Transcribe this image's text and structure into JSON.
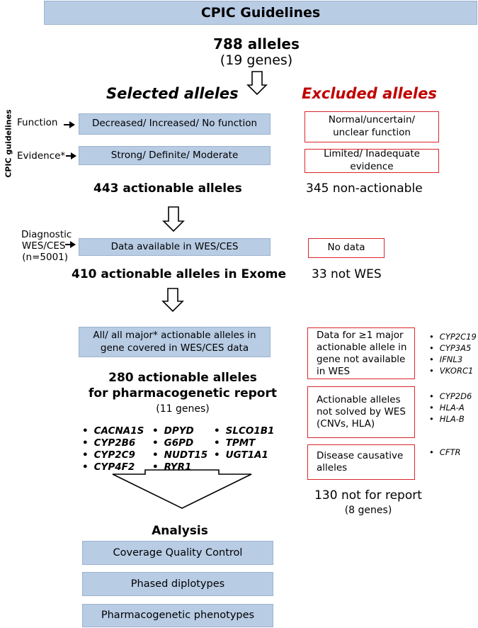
{
  "header": {
    "title": "CPIC Guidelines"
  },
  "top": {
    "count": "788 alleles",
    "genes": "(19 genes)"
  },
  "columns": {
    "selected": "Selected alleles",
    "excluded": "Excluded alleles"
  },
  "side_label": "CPIC guidelines",
  "criteria": {
    "function_label": "Function",
    "function_box": "Decreased/ Increased/ No function",
    "function_excluded": "Normal/uncertain/ unclear function",
    "evidence_label": "Evidence*",
    "evidence_box": "Strong/ Definite/ Moderate",
    "evidence_excluded": "Limited/ Inadequate evidence"
  },
  "step1": {
    "actionable": "443 actionable alleles",
    "non_actionable": "345 non-actionable"
  },
  "diagnostic": {
    "label_line1": "Diagnostic",
    "label_line2": "WES/CES",
    "label_line3": "(n=5001)",
    "box": "Data available in WES/CES",
    "excluded": "No data"
  },
  "step2": {
    "actionable": "410 actionable alleles in Exome",
    "not_wes": "33 not WES"
  },
  "coverage": {
    "box": "All/ all major* actionable alleles in gene covered in WES/CES data"
  },
  "excluded_groups": [
    {
      "text": "Data for ≥1 major actionable allele in gene not available in WES",
      "genes": [
        "CYP2C19",
        "CYP3A5",
        "IFNL3",
        "VKORC1"
      ]
    },
    {
      "text": "Actionable alleles not solved by WES (CNVs, HLA)",
      "genes": [
        "CYP2D6",
        "HLA-A",
        "HLA-B"
      ]
    },
    {
      "text": "Disease causative alleles",
      "genes": [
        "CFTR"
      ]
    }
  ],
  "report": {
    "line1": "280 actionable alleles",
    "line2": "for pharmacogenetic report",
    "genes_count": "(11 genes)",
    "gene_columns": [
      [
        "CACNA1S",
        "CYP2B6",
        "CYP2C9",
        "CYP4F2"
      ],
      [
        "DPYD",
        "G6PD",
        "NUDT15",
        "RYR1"
      ],
      [
        "SLCO1B1",
        "TPMT",
        "UGT1A1"
      ]
    ]
  },
  "not_report": {
    "count": "130 not for report",
    "genes": "(8 genes)"
  },
  "analysis": {
    "title": "Analysis",
    "steps": [
      "Coverage Quality Control",
      "Phased diplotypes",
      "Pharmacogenetic phenotypes"
    ]
  },
  "colors": {
    "header_bg": "#b8cce4",
    "excluded_title": "#c00000",
    "red_border": "#d9262b"
  }
}
